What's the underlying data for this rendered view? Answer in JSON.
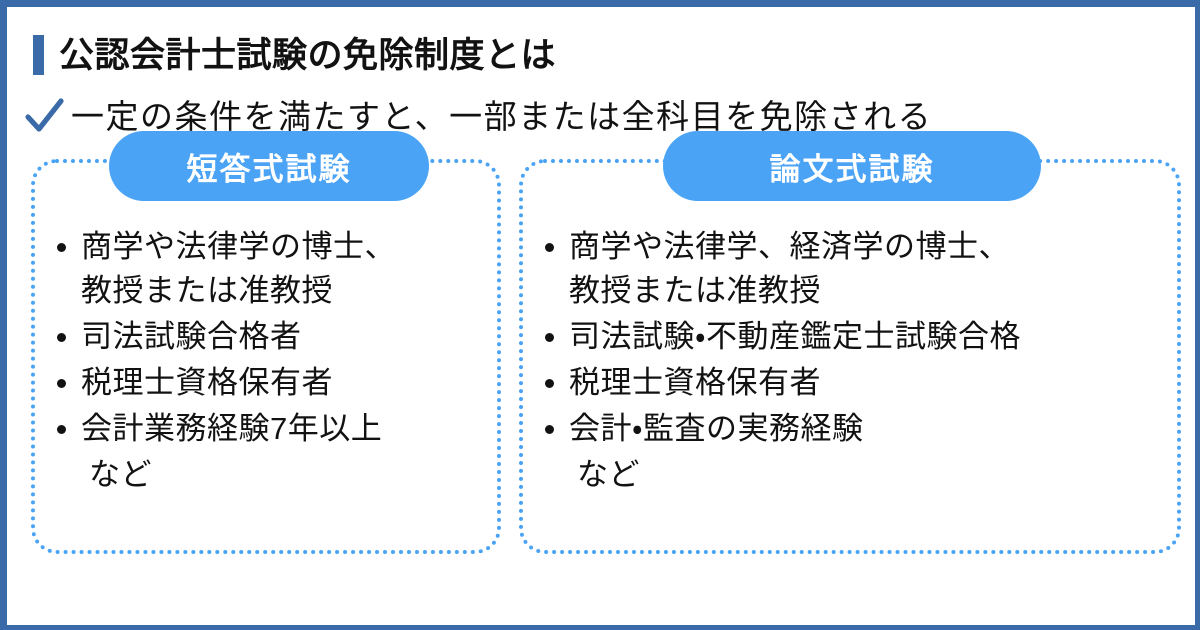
{
  "theme": {
    "frame_color": "#3A6AA8",
    "accent_color": "#4AA3F5",
    "text_color": "#121212",
    "background": "#ffffff"
  },
  "header": {
    "title": "公認会計士試験の免除制度とは",
    "subtitle": "一定の条件を満たすと、一部または全科目を免除される",
    "check_icon": "check-icon",
    "title_bar_icon": "vertical-bar-accent"
  },
  "cards": [
    {
      "pill_label": "短答式試験",
      "bullets": [
        {
          "line1": "商学や法律学の博士、",
          "line2": "教授または准教授"
        },
        {
          "line1": "司法試験合格者",
          "line2": ""
        },
        {
          "line1": "税理士資格保有者",
          "line2": ""
        },
        {
          "line1": "会計業務経験7年以上",
          "line2": ""
        }
      ],
      "etc": "など"
    },
    {
      "pill_label": "論文式試験",
      "bullets": [
        {
          "line1": "商学や法律学、経済学の博士、",
          "line2": "教授または准教授"
        },
        {
          "line1": "司法試験・不動産鑑定士試験合格",
          "line2": ""
        },
        {
          "line1": "税理士資格保有者",
          "line2": ""
        },
        {
          "line1": "会計・監査の実務経験",
          "line2": ""
        }
      ],
      "etc": "など"
    }
  ]
}
